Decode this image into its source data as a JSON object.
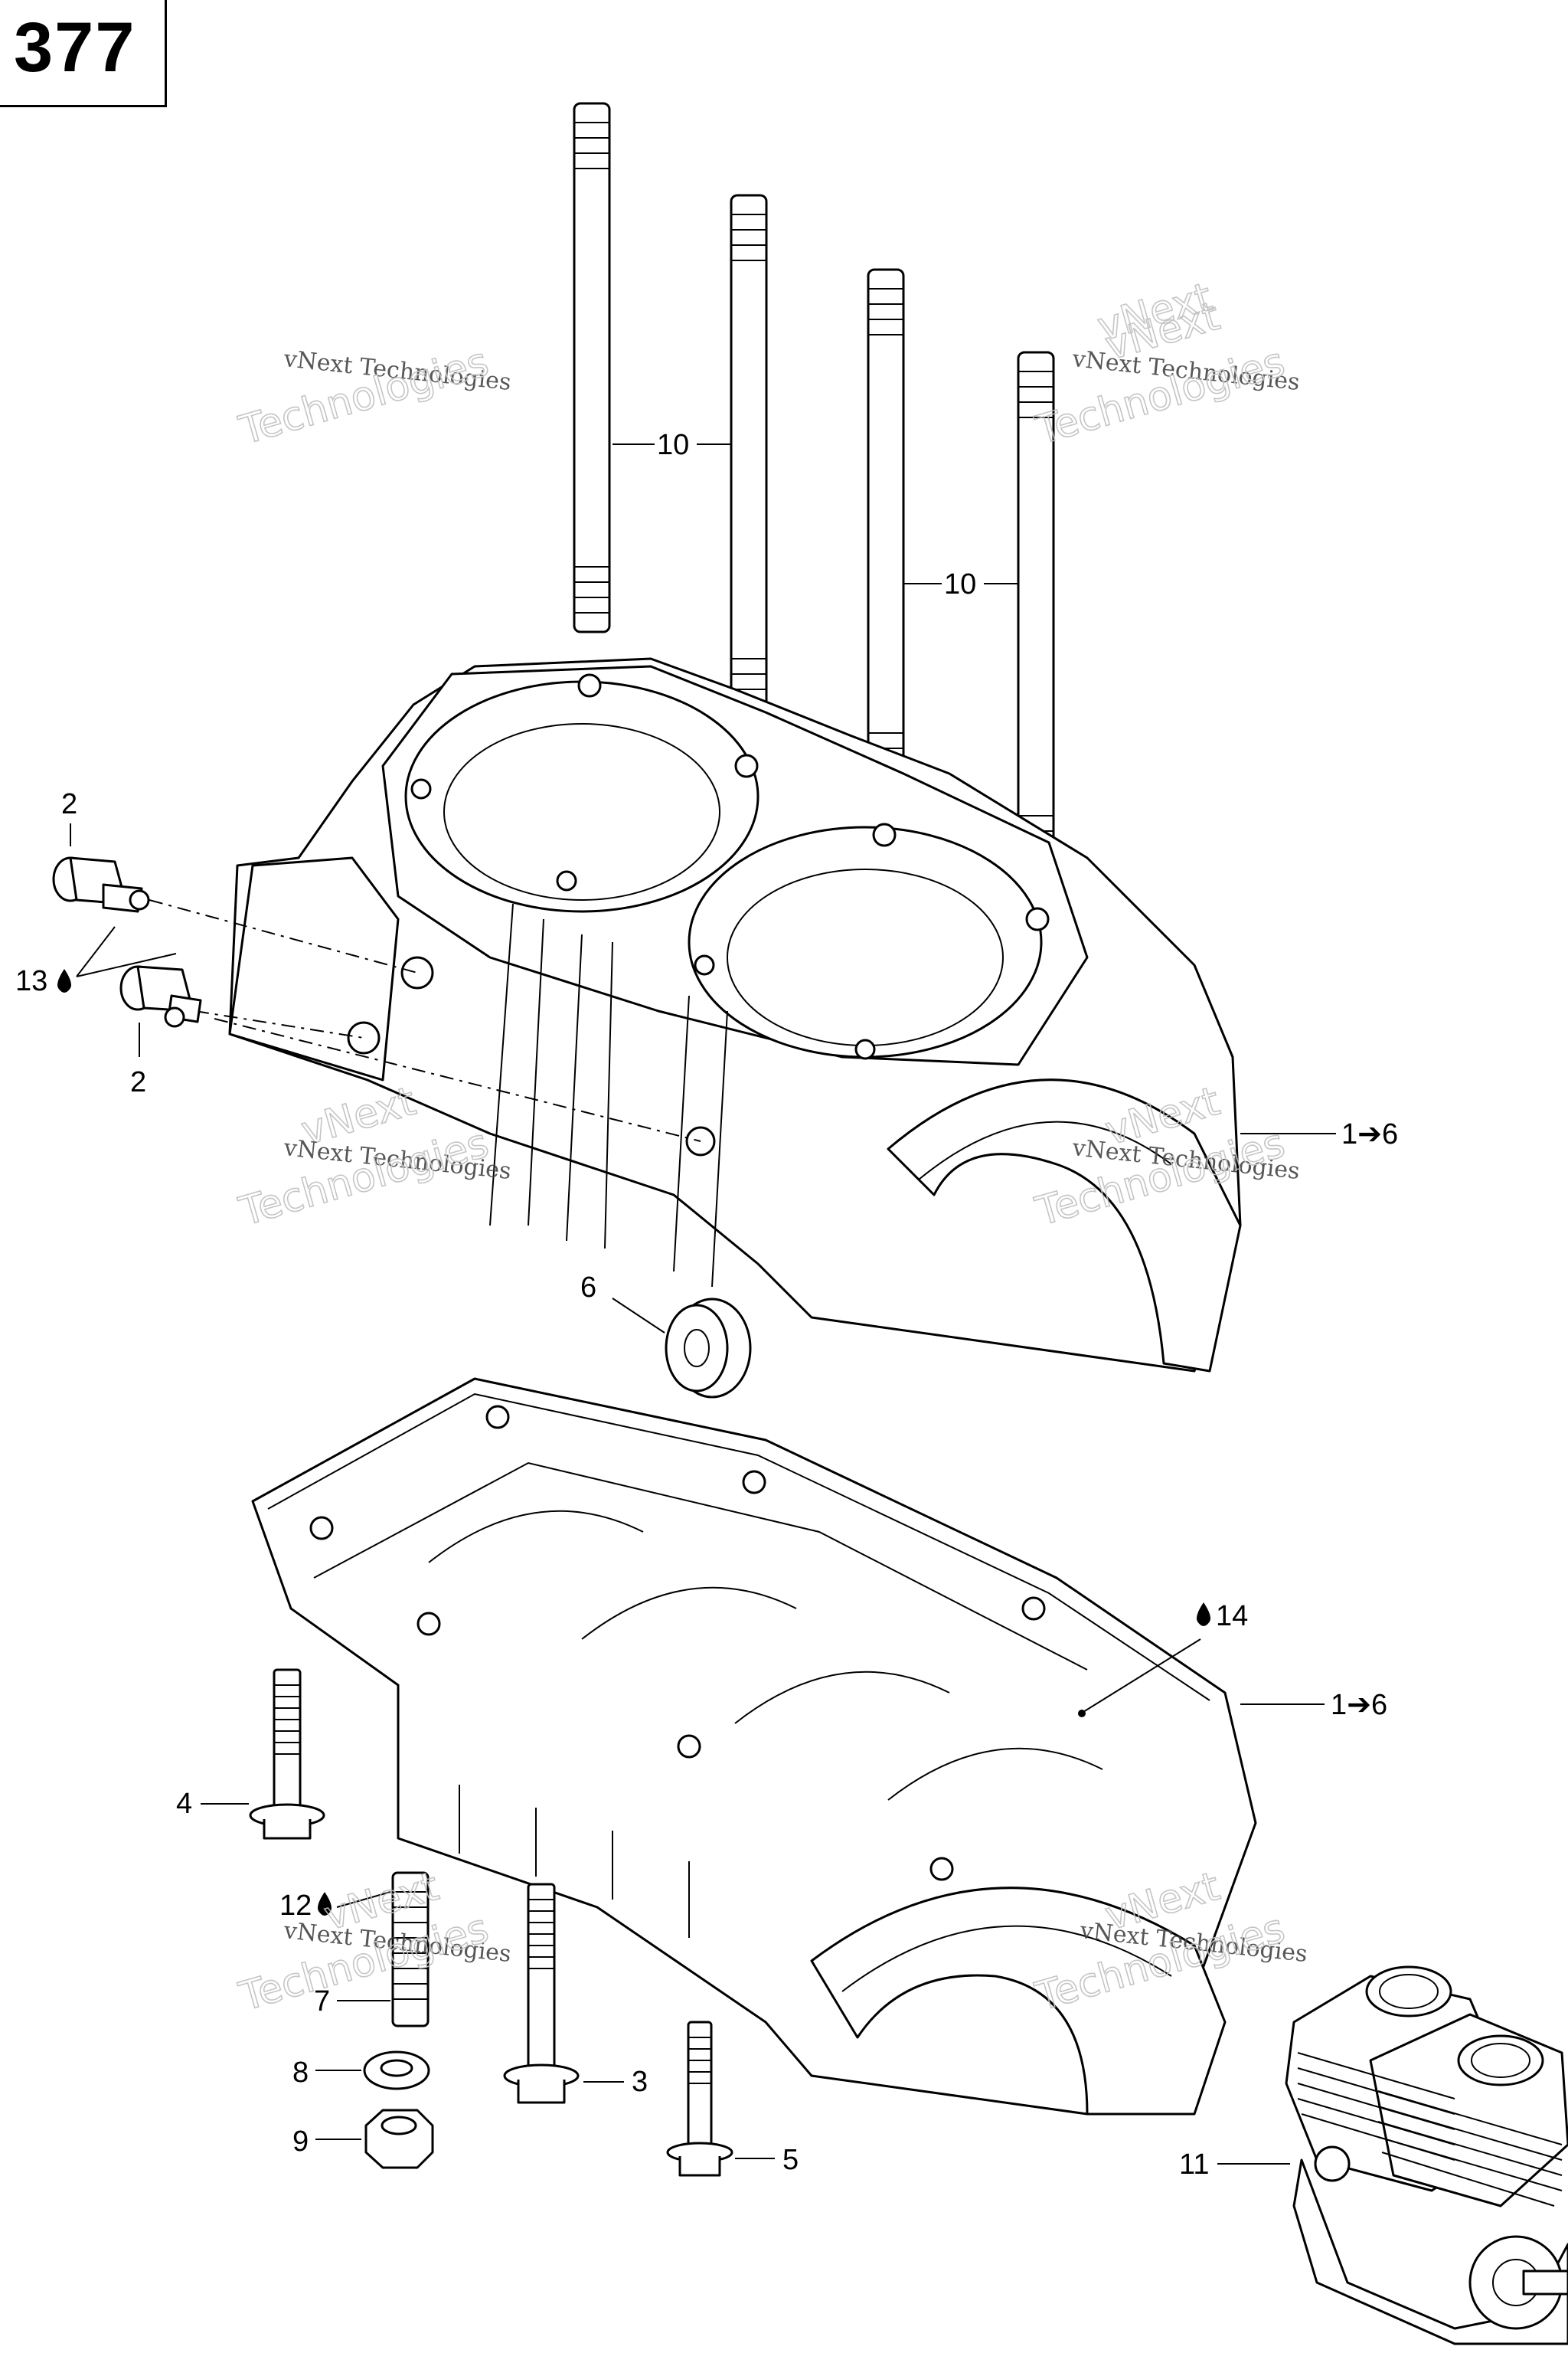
{
  "page_number": "377",
  "callouts": {
    "c10a": "10",
    "c10b": "10",
    "c2a": "2",
    "c2b": "2",
    "c13": "13",
    "c1to6a": "1➔6",
    "c6": "6",
    "c14": "14",
    "c1to6b": "1➔6",
    "c4": "4",
    "c12": "12",
    "c7": "7",
    "c3": "3",
    "c8": "8",
    "c9": "9",
    "c5": "5",
    "c11": "11"
  },
  "watermark": {
    "line1": "vNext",
    "line2": "vNext Technologies",
    "line3": "Technologies"
  }
}
